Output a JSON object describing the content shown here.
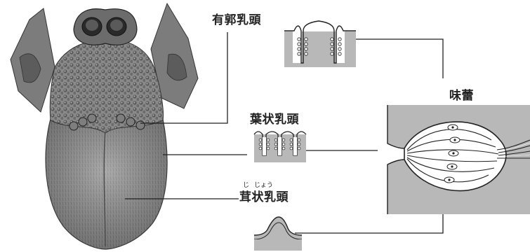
{
  "labels": {
    "circumvallate": "有郭乳頭",
    "foliate": "葉状乳頭",
    "fungiform": "茸状乳頭",
    "fungiform_ruby_1": "じ",
    "fungiform_ruby_2": "じょう",
    "taste_bud": "味蕾"
  },
  "colors": {
    "line": "#222222",
    "tissue_gray": "#b8b8b8",
    "tongue_fill": "#8e8e8e",
    "tongue_dark": "#4a4a4a",
    "background": "#ffffff"
  }
}
